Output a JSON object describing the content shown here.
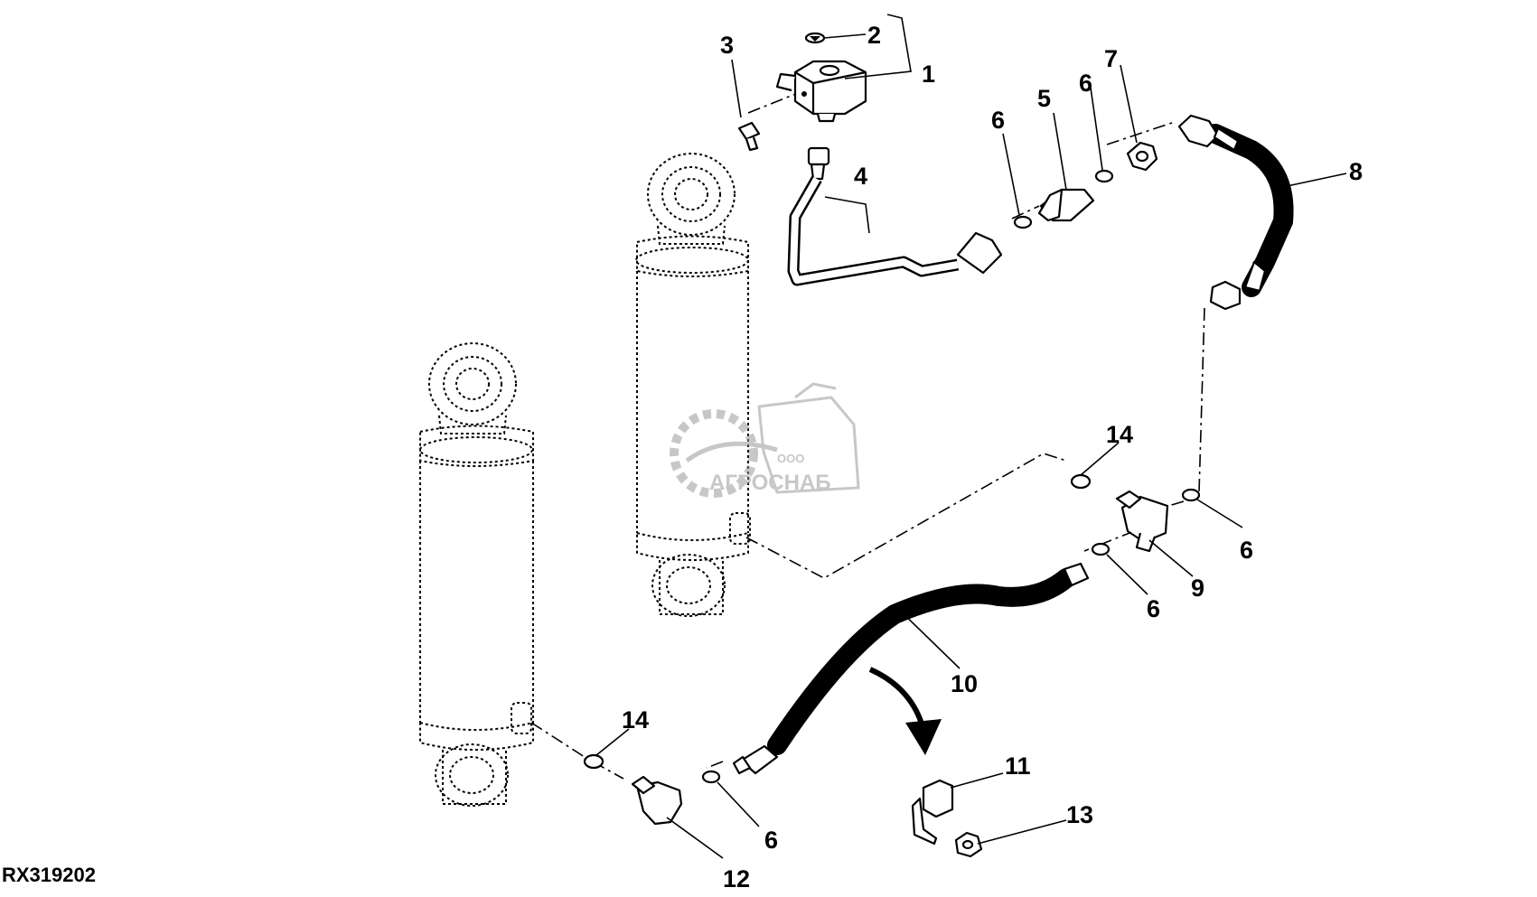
{
  "figure": {
    "id": "RX319202"
  },
  "watermark": {
    "small": "ООО",
    "name": "АГРОСНАБ"
  },
  "callouts": [
    {
      "number": "1",
      "name": "part-1"
    },
    {
      "number": "2",
      "name": "part-2"
    },
    {
      "number": "3",
      "name": "part-3"
    },
    {
      "number": "4",
      "name": "part-4"
    },
    {
      "number": "5",
      "name": "part-5"
    },
    {
      "number": "6",
      "name": "part-6-a"
    },
    {
      "number": "6",
      "name": "part-6-b"
    },
    {
      "number": "7",
      "name": "part-7"
    },
    {
      "number": "8",
      "name": "part-8"
    },
    {
      "number": "14",
      "name": "part-14-a"
    },
    {
      "number": "6",
      "name": "part-6-c"
    },
    {
      "number": "9",
      "name": "part-9"
    },
    {
      "number": "6",
      "name": "part-6-d"
    },
    {
      "number": "10",
      "name": "part-10"
    },
    {
      "number": "14",
      "name": "part-14-b"
    },
    {
      "number": "6",
      "name": "part-6-e"
    },
    {
      "number": "12",
      "name": "part-12"
    },
    {
      "number": "11",
      "name": "part-11"
    },
    {
      "number": "13",
      "name": "part-13"
    }
  ]
}
